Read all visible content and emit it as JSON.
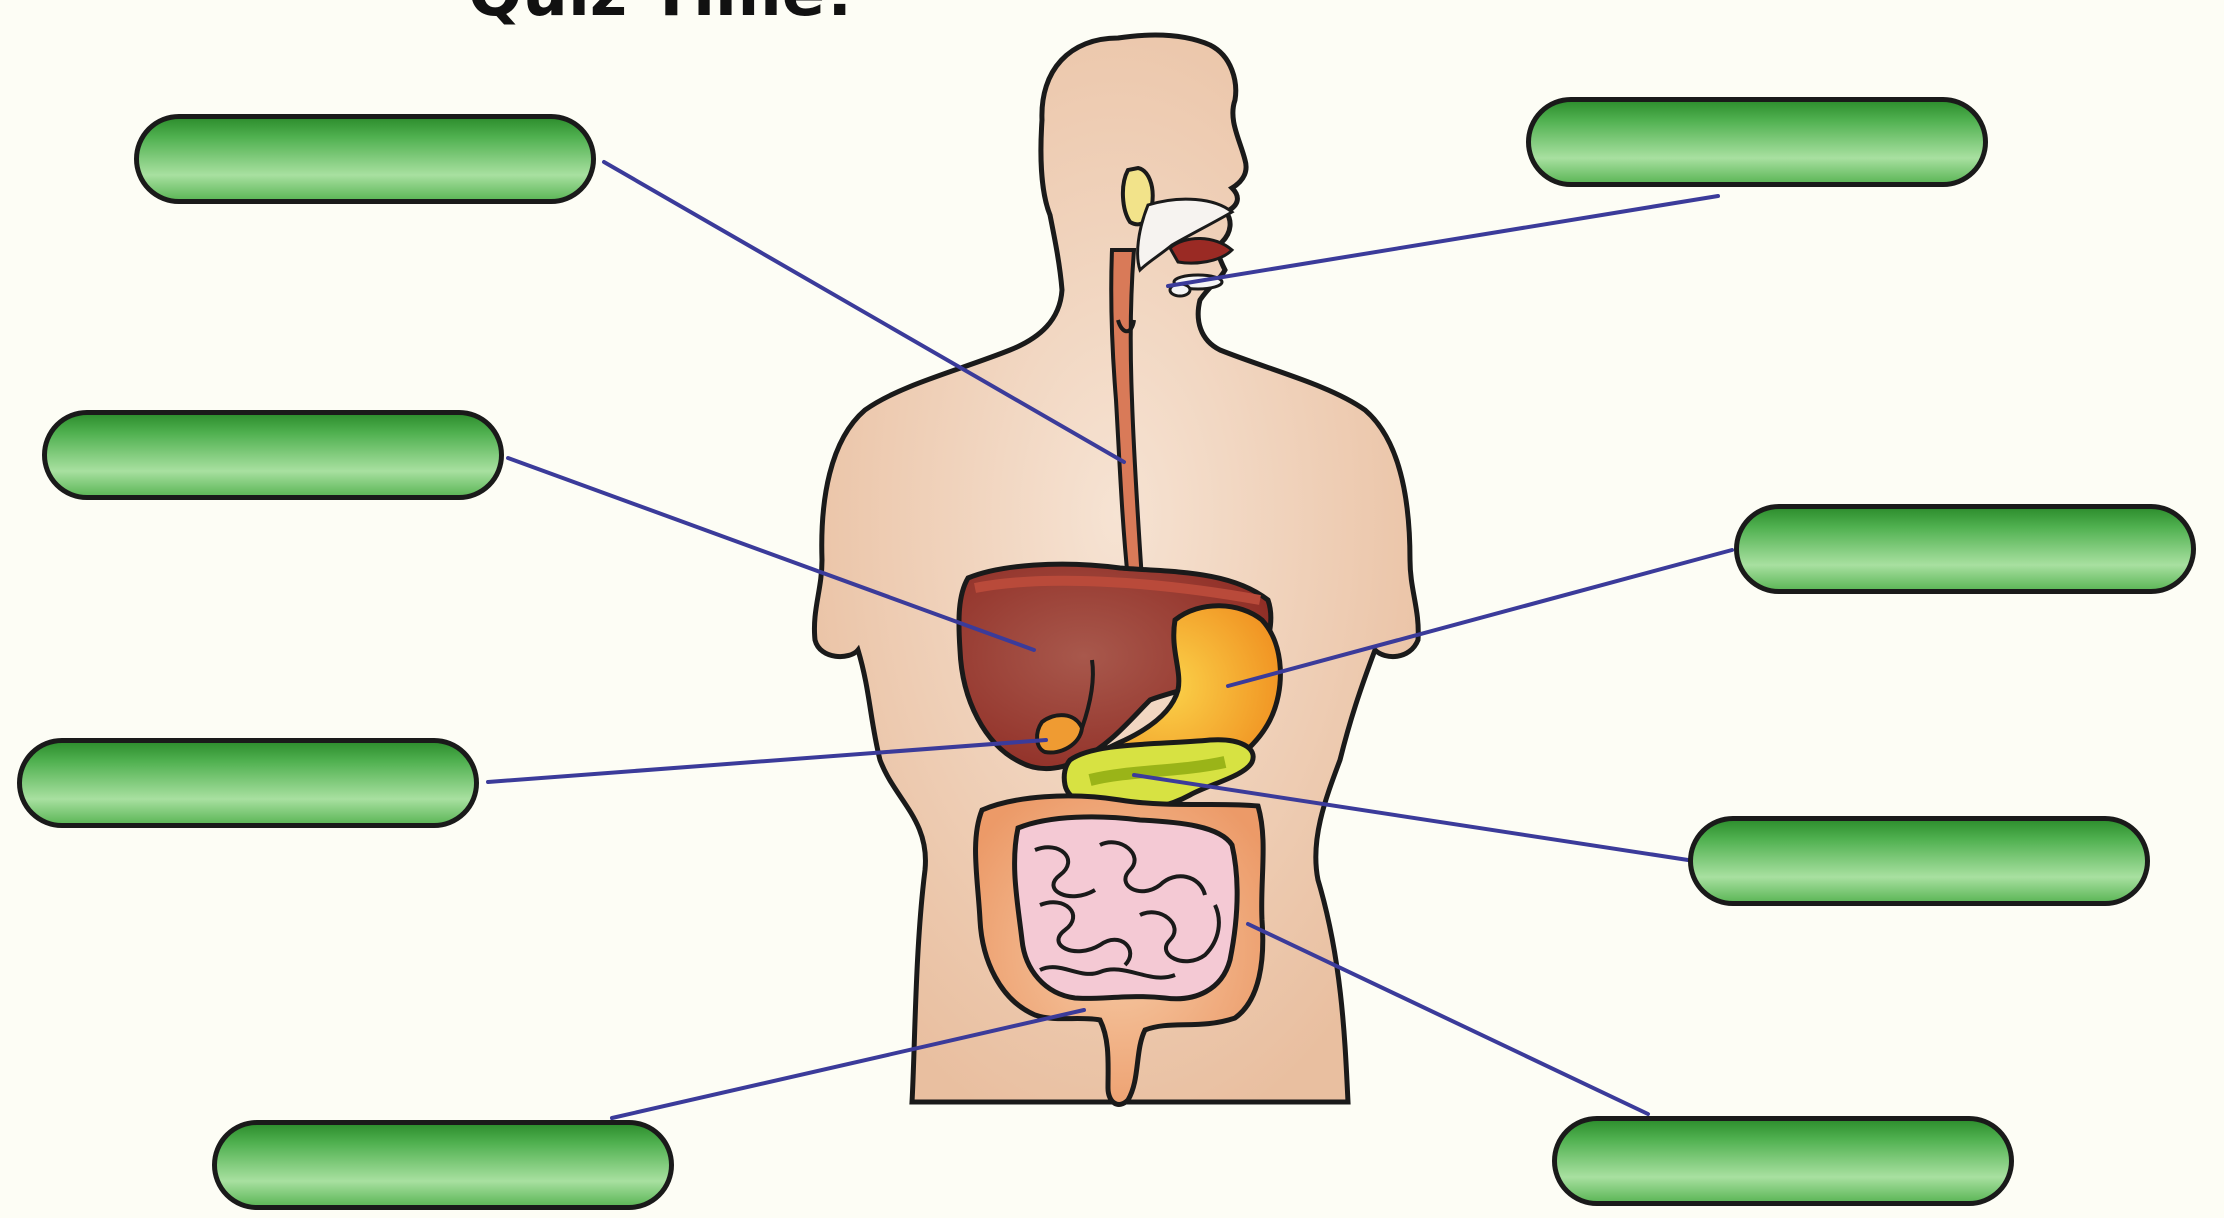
{
  "title": "Quiz Time!",
  "colors": {
    "background": "#fdfdf5",
    "label_fill": "#4fb04f",
    "leader_line": "#3b3b9a",
    "skin": "#ecc5a6",
    "liver": "#a83228",
    "stomach": "#f2a623",
    "pancreas": "#c9d838",
    "intestine": "#f2c9d2",
    "large_intestine": "#eea97a",
    "esophagus": "#d77a58"
  },
  "labels": [
    {
      "id": "esophagus",
      "text": ""
    },
    {
      "id": "mouth",
      "text": ""
    },
    {
      "id": "liver",
      "text": ""
    },
    {
      "id": "stomach",
      "text": ""
    },
    {
      "id": "gall-bladder",
      "text": ""
    },
    {
      "id": "pancreas",
      "text": ""
    },
    {
      "id": "small-intestine",
      "text": ""
    },
    {
      "id": "large-intestine",
      "text": ""
    }
  ]
}
